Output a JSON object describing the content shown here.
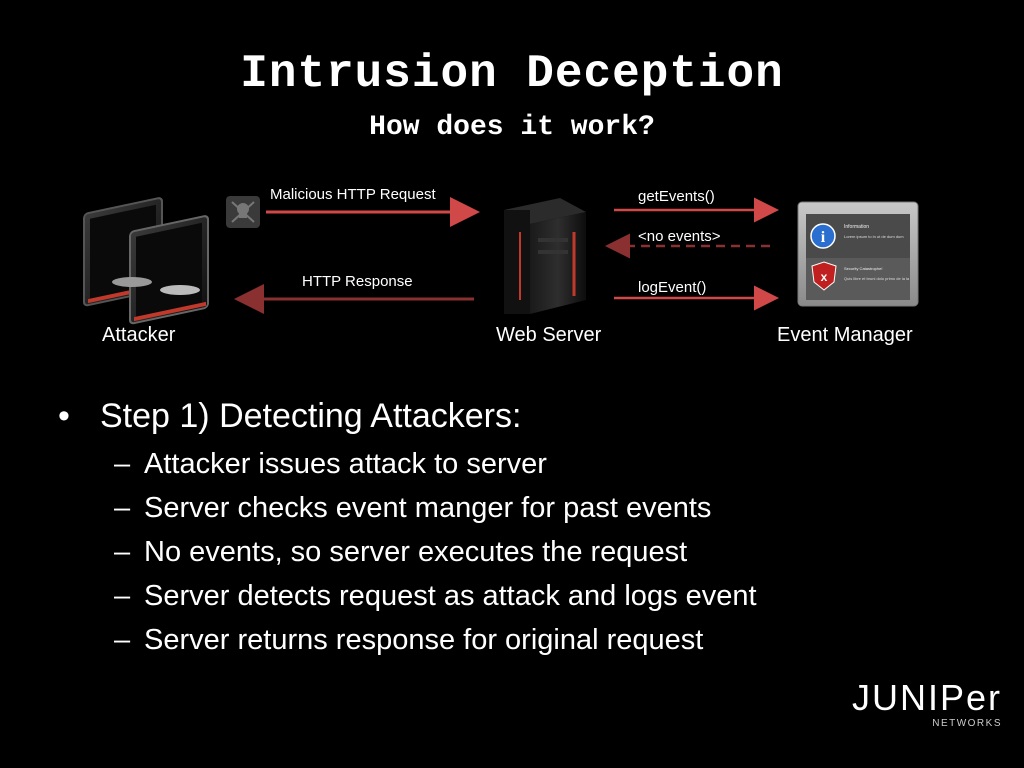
{
  "title": "Intrusion Deception",
  "subtitle": "How does it work?",
  "nodes": {
    "attacker": "Attacker",
    "web_server": "Web Server",
    "event_manager": "Event Manager"
  },
  "edges": {
    "malicious_request": "Malicious HTTP Request",
    "http_response": "HTTP Response",
    "get_events": "getEvents()",
    "no_events": "<no events>",
    "log_event": "logEvent()"
  },
  "dialog_text": {
    "info_title": "Information",
    "info_body": "Lorem ipsum to in ut de dum dum",
    "security_title": "Security Catastrophe!",
    "security_body": "Quis libre et bruni dolo primo de la la"
  },
  "bullets": {
    "main": "Step 1) Detecting Attackers:",
    "items": [
      "Attacker issues attack to server",
      "Server checks event manger for past events",
      "No events, so server executes the request",
      "Server detects request as attack and logs event",
      "Server returns response for original request"
    ]
  },
  "logo": {
    "name": "JUNIPer",
    "sub": "NETWORKS"
  },
  "colors": {
    "accent_red": "#c0392b",
    "dark_red": "#7a2020"
  }
}
